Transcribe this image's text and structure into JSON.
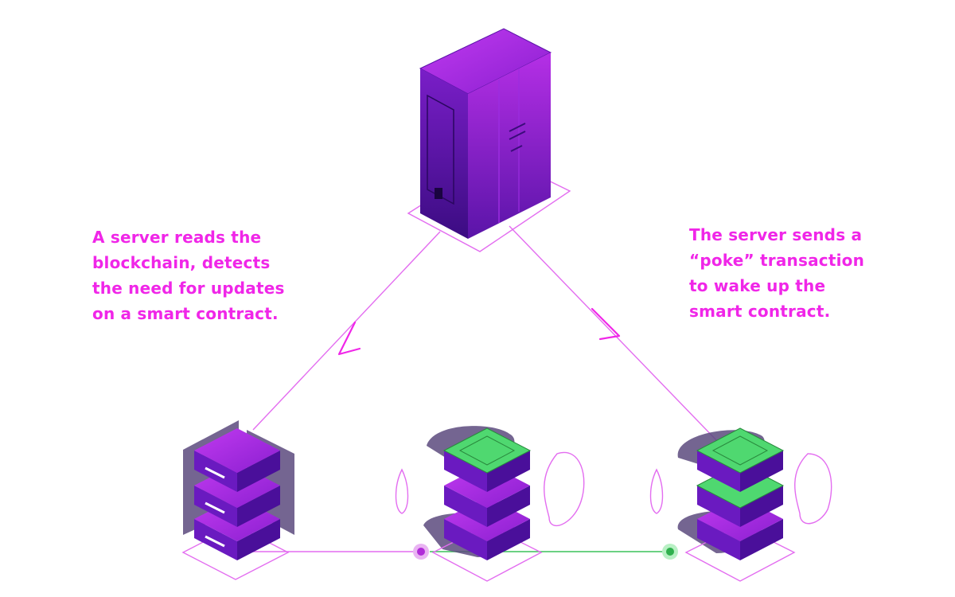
{
  "captions": {
    "left": [
      "A server reads the",
      "blockchain, detects",
      "the need for updates",
      "on a smart contract."
    ],
    "right": [
      "The server sends a",
      "“poke” transaction",
      "to wake up the",
      "smart contract."
    ]
  },
  "colors": {
    "accent": "#f026e8",
    "server_purple": "#8a1fd0",
    "server_dark": "#3a0c7a",
    "active_green": "#4fd870",
    "shadow": "#5c4a7e"
  },
  "icons": {
    "main_server": "tower-server-icon",
    "node": "stacked-node-icon",
    "arrow": "arrow-down-icon",
    "connection_dot": "connection-dot-icon"
  }
}
